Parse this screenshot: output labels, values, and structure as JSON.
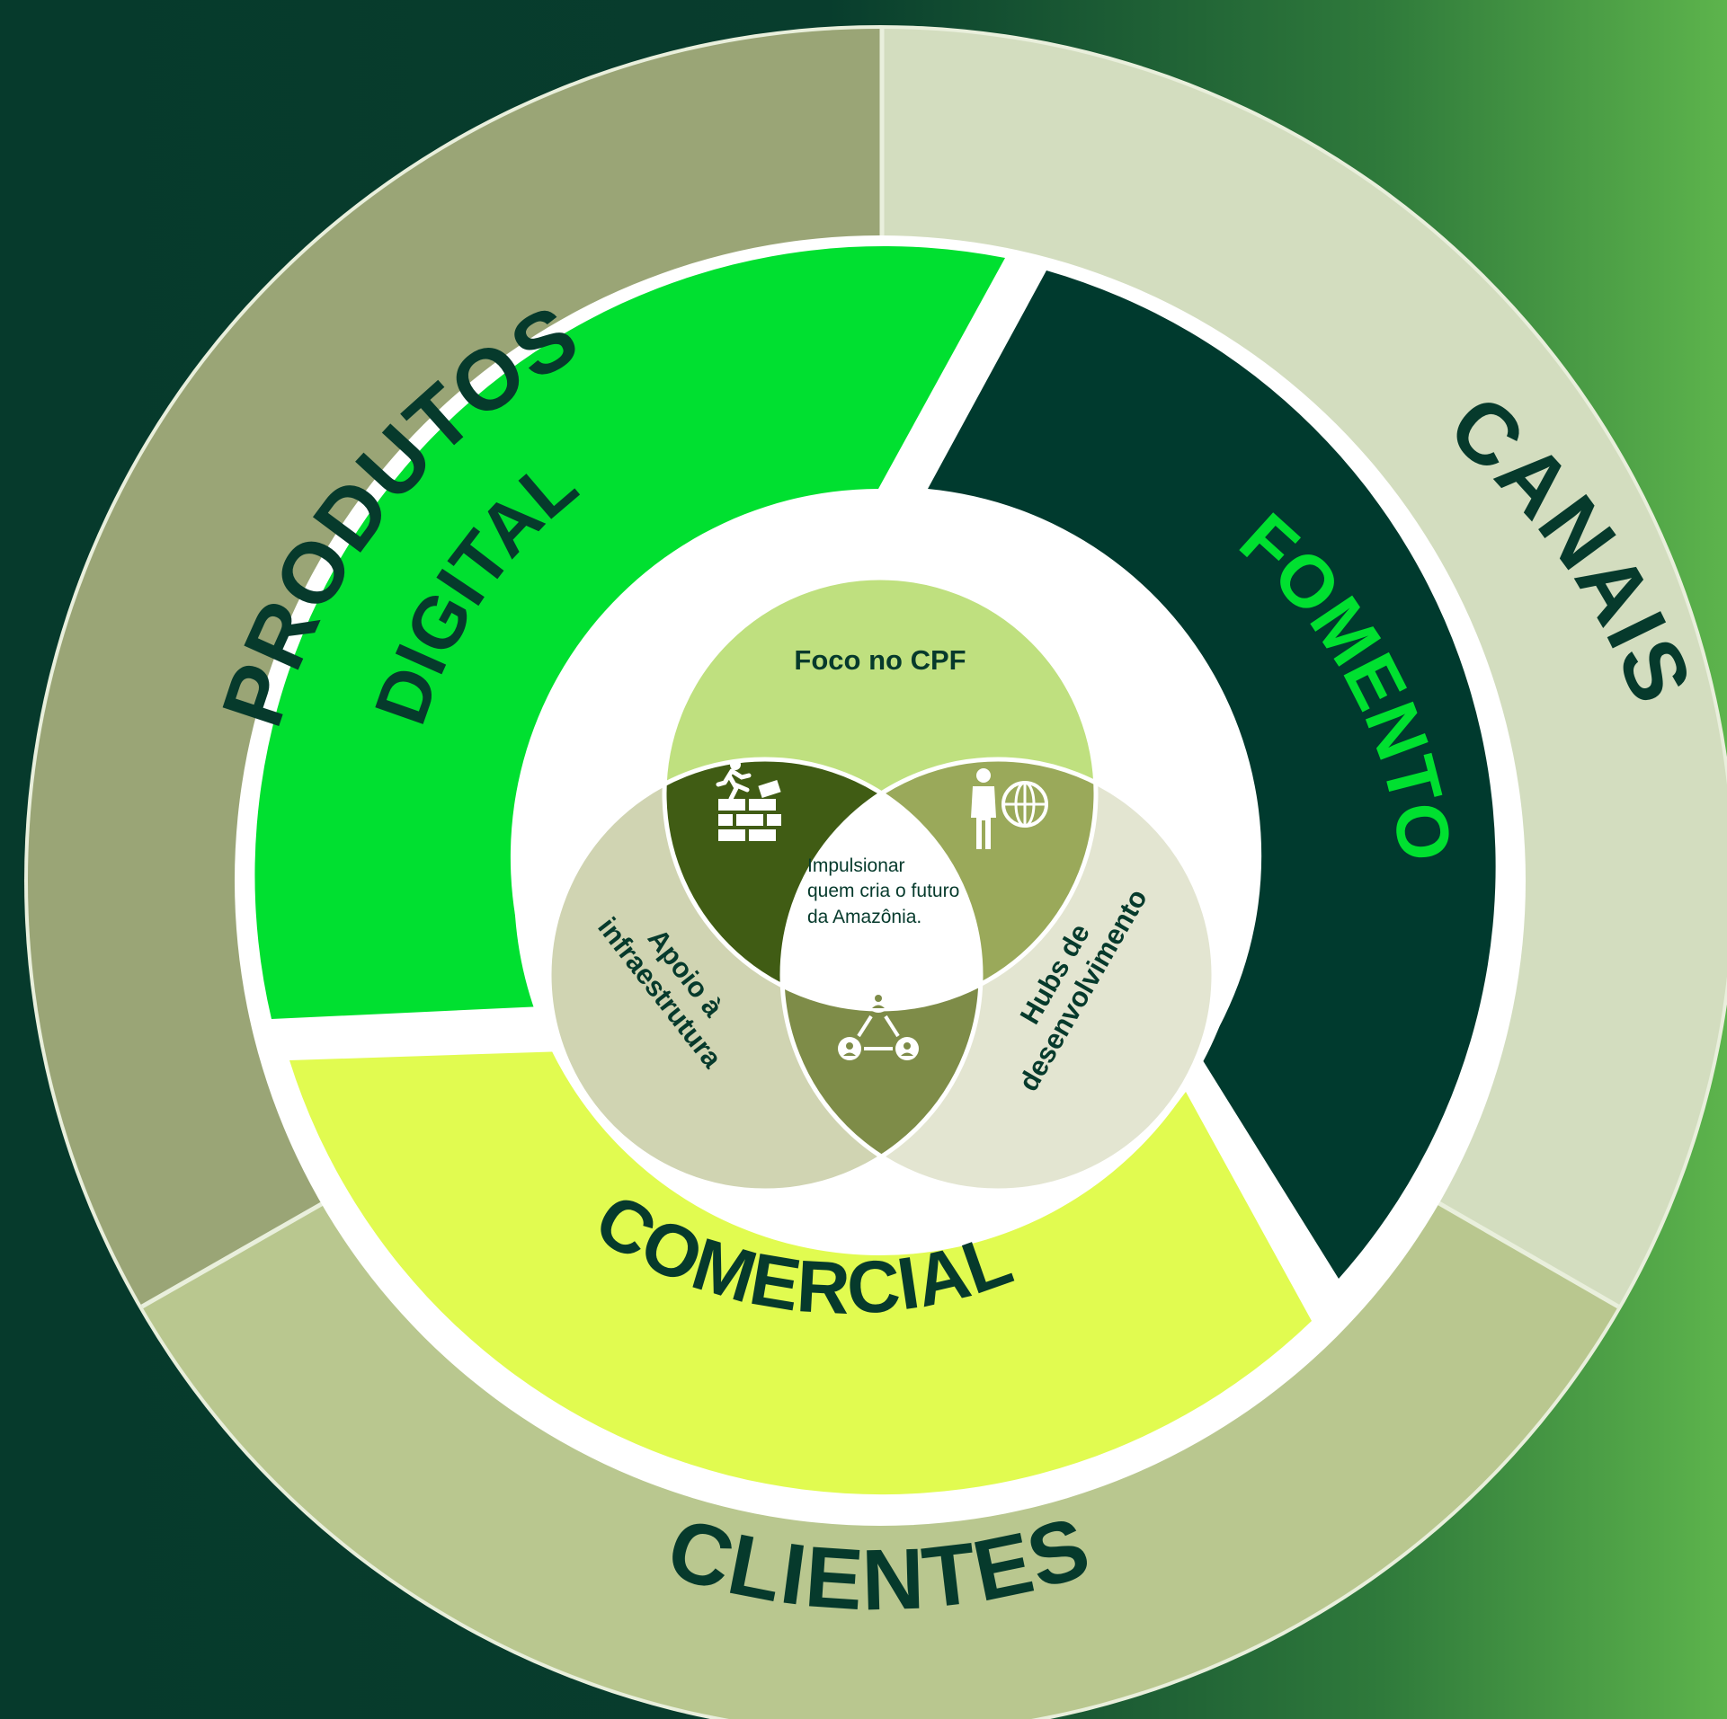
{
  "colors": {
    "background_dark": "#063a2c",
    "background_light": "#5db44c",
    "outer_produtos": "#9aa576",
    "outer_canais": "#d3ddbf",
    "outer_clientes": "#b9c78f",
    "middle_digital": "#00e030",
    "middle_fomento": "#003a2e",
    "middle_comercial": "#e1fb50",
    "venn_top": "#bfe07f",
    "venn_left": "#d0d4b2",
    "venn_right": "#e3e5d1",
    "overlap_top_left": "#405c14",
    "overlap_top_right": "#9aa95a",
    "overlap_bottom": "#7e8c48",
    "text_dark": "#063a2c",
    "text_bright_green": "#00e030"
  },
  "outer_ring": {
    "produtos": "PRODUTOS",
    "canais": "CANAIS",
    "clientes": "CLIENTES"
  },
  "middle_ring": {
    "digital": "DIGITAL",
    "fomento": "FOMENTO",
    "comercial": "COMERCIAL"
  },
  "venn": {
    "top": "Foco no CPF",
    "left_line1": "Apoio à",
    "left_line2": "infraestrutura",
    "right_line1": "Hubs de",
    "right_line2": "desenvolvimento",
    "center_line1": "Impulsionar",
    "center_line2": "quem cria o futuro",
    "center_line3": "da Amazônia.",
    "icons": {
      "top_left": "climbing-wall-icon",
      "top_right": "person-globe-icon",
      "bottom": "network-people-icon"
    }
  }
}
